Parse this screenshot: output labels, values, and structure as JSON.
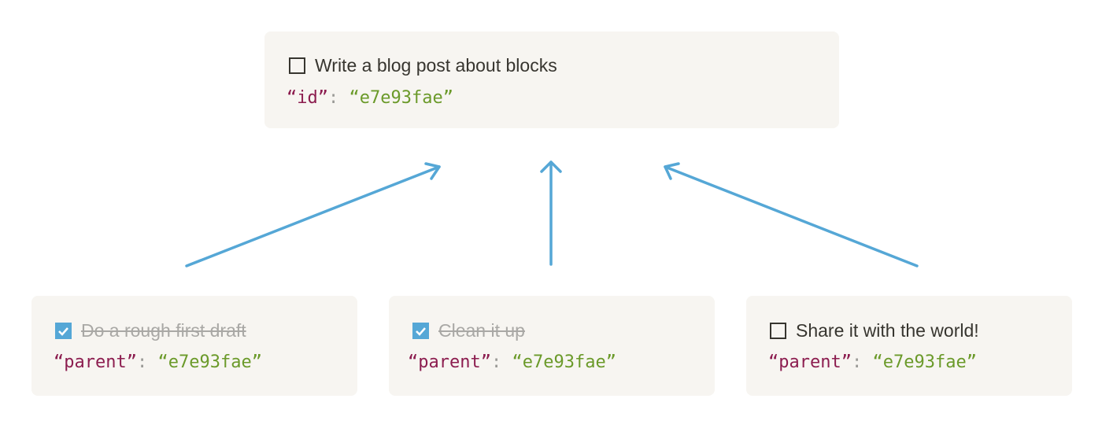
{
  "parent_block": {
    "label": "Write a blog post about blocks",
    "checked": false,
    "key": "id",
    "value": "e7e93fae"
  },
  "children": [
    {
      "label": "Do a rough first draft",
      "checked": true,
      "key": "parent",
      "value": "e7e93fae"
    },
    {
      "label": "Clean it up",
      "checked": true,
      "key": "parent",
      "value": "e7e93fae"
    },
    {
      "label": "Share it with the world!",
      "checked": false,
      "key": "parent",
      "value": "e7e93fae"
    }
  ],
  "colors": {
    "card": "#f7f5f1",
    "key": "#8c1d4f",
    "value": "#6b9a2a",
    "arrow": "#55a7d6",
    "checkbox": "#55a7d6"
  }
}
